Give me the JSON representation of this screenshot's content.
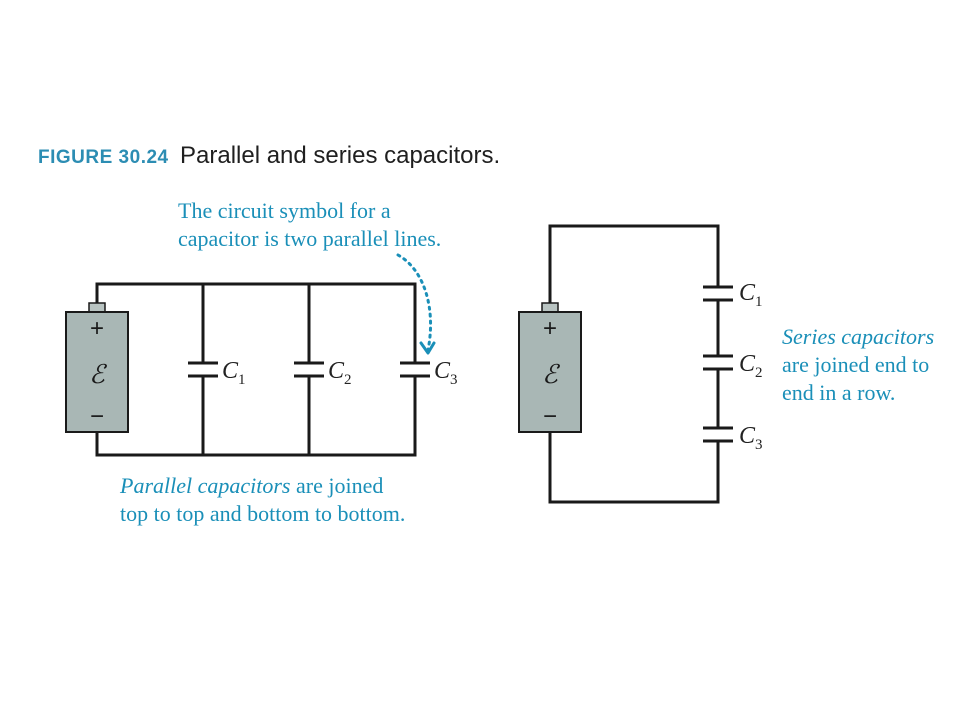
{
  "figure": {
    "label": "FIGURE 30.24",
    "title": "Parallel and series capacitors."
  },
  "parallel_circuit": {
    "callout_line1": "The circuit symbol for a",
    "callout_line2": "capacitor is two parallel lines.",
    "caption_line1_italic": "Parallel capacitors",
    "caption_line1_rest": " are joined",
    "caption_line2": "top to top and bottom to bottom.",
    "battery": {
      "plus": "+",
      "emf": "ℰ",
      "minus": "−"
    },
    "capacitors": [
      {
        "name": "C",
        "sub": "1"
      },
      {
        "name": "C",
        "sub": "2"
      },
      {
        "name": "C",
        "sub": "3"
      }
    ]
  },
  "series_circuit": {
    "caption_line1": "Series capacitors",
    "caption_line2": "are joined end to",
    "caption_line3": "end in a row.",
    "battery": {
      "plus": "+",
      "emf": "ℰ",
      "minus": "−"
    },
    "capacitors": [
      {
        "name": "C",
        "sub": "1"
      },
      {
        "name": "C",
        "sub": "2"
      },
      {
        "name": "C",
        "sub": "3"
      }
    ]
  },
  "colors": {
    "accent": "#1a8fb8",
    "figure_label": "#2c8db3",
    "battery_fill": "#a9b7b5",
    "wire": "#1a1a1a"
  }
}
